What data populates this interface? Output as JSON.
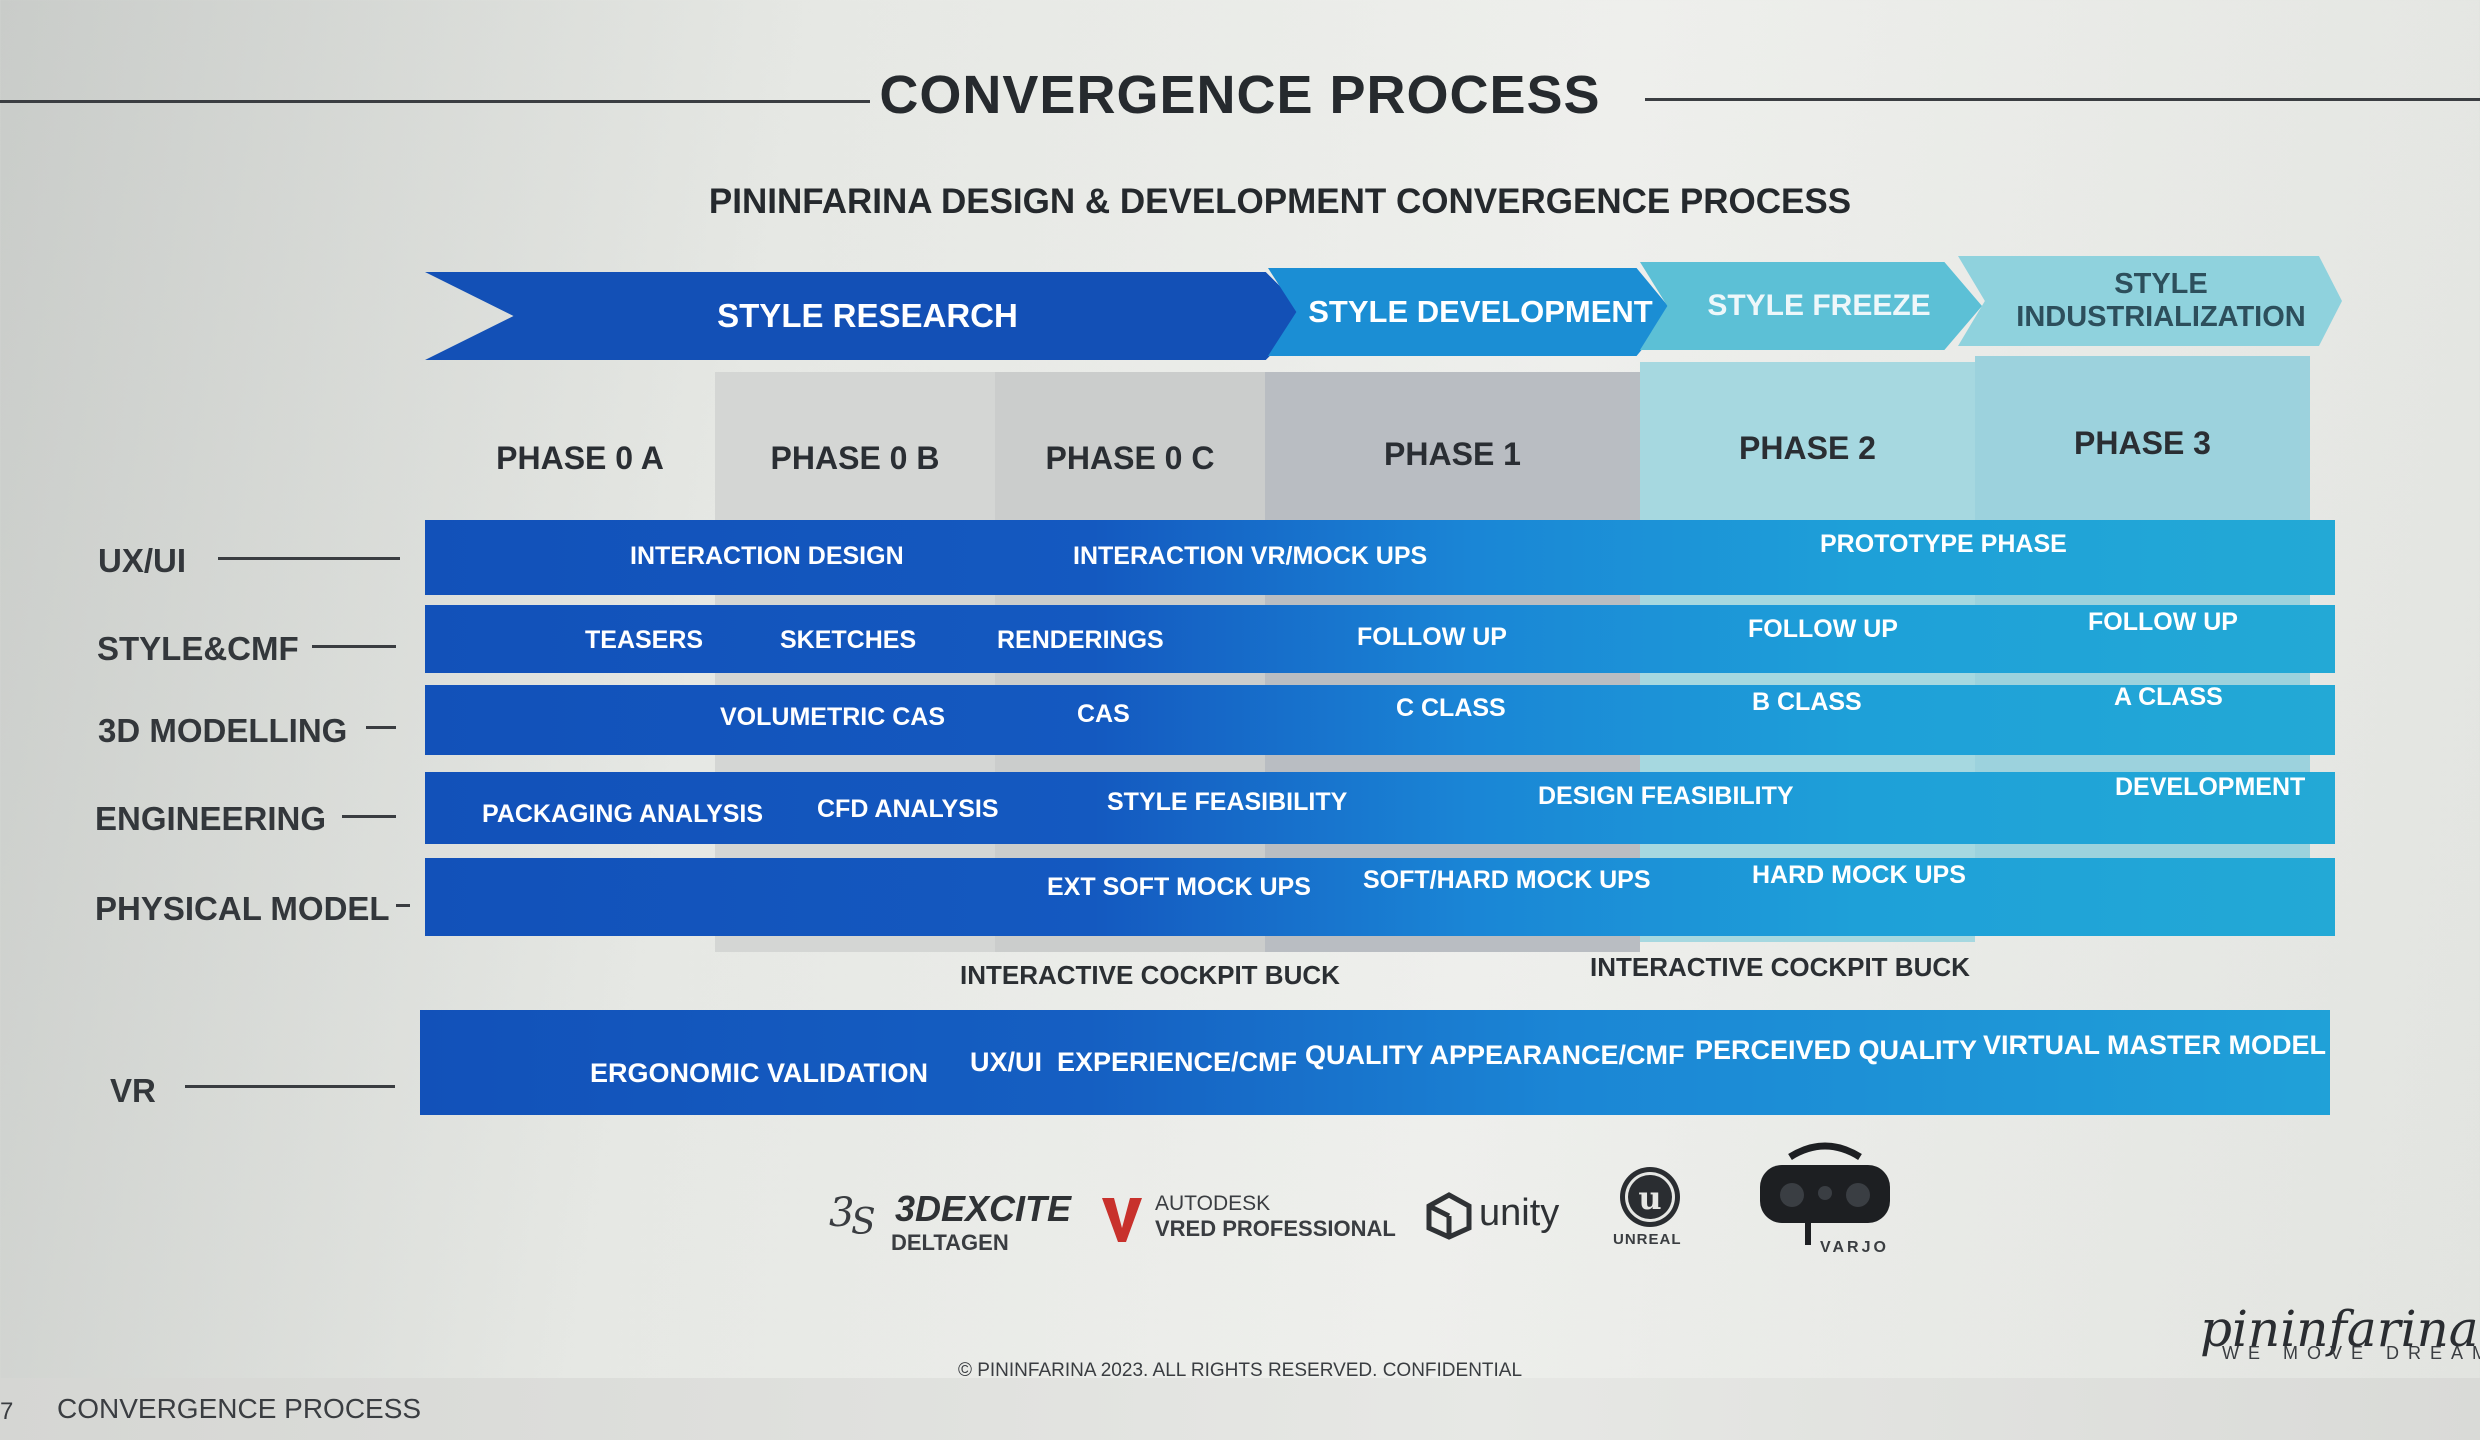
{
  "title": "CONVERGENCE PROCESS",
  "subtitle": "PININFARINA DESIGN & DEVELOPMENT CONVERGENCE PROCESS",
  "stages": [
    {
      "label": "STYLE RESEARCH",
      "color": "#1350b6"
    },
    {
      "label": "STYLE DEVELOPMENT",
      "color": "#1b8ed4"
    },
    {
      "label": "STYLE FREEZE",
      "color": "#5cc0d6"
    },
    {
      "label": "STYLE INDUSTRIALIZATION",
      "color": "#8fd2dd"
    }
  ],
  "phases": [
    "PHASE 0 A",
    "PHASE 0 B",
    "PHASE 0 C",
    "PHASE 1",
    "PHASE 2",
    "PHASE 3"
  ],
  "rows": {
    "ux_ui": {
      "label": "UX/UI",
      "cells": [
        "INTERACTION DESIGN",
        "INTERACTION VR/MOCK UPS",
        "PROTOTYPE PHASE"
      ]
    },
    "style_cmf": {
      "label": "STYLE&CMF",
      "cells": [
        "TEASERS",
        "SKETCHES",
        "RENDERINGS",
        "FOLLOW UP",
        "FOLLOW UP",
        "FOLLOW UP"
      ]
    },
    "modelling": {
      "label": "3D MODELLING",
      "cells": [
        "VOLUMETRIC CAS",
        "CAS",
        "C CLASS",
        "B CLASS",
        "A CLASS"
      ]
    },
    "engineering": {
      "label": "ENGINEERING",
      "cells": [
        "PACKAGING ANALYSIS",
        "CFD ANALYSIS",
        "STYLE FEASIBILITY",
        "DESIGN FEASIBILITY",
        "DEVELOPMENT"
      ]
    },
    "physical": {
      "label": "PHYSICAL MODEL",
      "cells": [
        "EXT SOFT MOCK UPS",
        "SOFT/HARD MOCK UPS",
        "HARD MOCK UPS"
      ]
    },
    "vr": {
      "label": "VR",
      "cells": [
        "ERGONOMIC VALIDATION",
        "UX/UI  EXPERIENCE/CMF",
        "QUALITY APPEARANCE/CMF",
        "PERCEIVED QUALITY",
        "VIRTUAL MASTER MODEL"
      ]
    }
  },
  "cockpit_buck": [
    "INTERACTIVE COCKPIT BUCK",
    "INTERACTIVE COCKPIT BUCK"
  ],
  "logos": {
    "excite_main": "3DEXCITE",
    "excite_sub": "DELTAGEN",
    "vred_brand": "AUTODESK",
    "vred_product": "VRED PROFESSIONAL",
    "unity": "unity",
    "unreal": "UNREAL",
    "varjo": "VARJO"
  },
  "footer": "© PININFARINA 2023. ALL RIGHTS RESERVED. CONFIDENTIAL",
  "bottom": {
    "page_number": "7",
    "section": "CONVERGENCE PROCESS"
  },
  "brand": {
    "name": "pininfarina",
    "tagline": "WE MOVE DREAM"
  }
}
